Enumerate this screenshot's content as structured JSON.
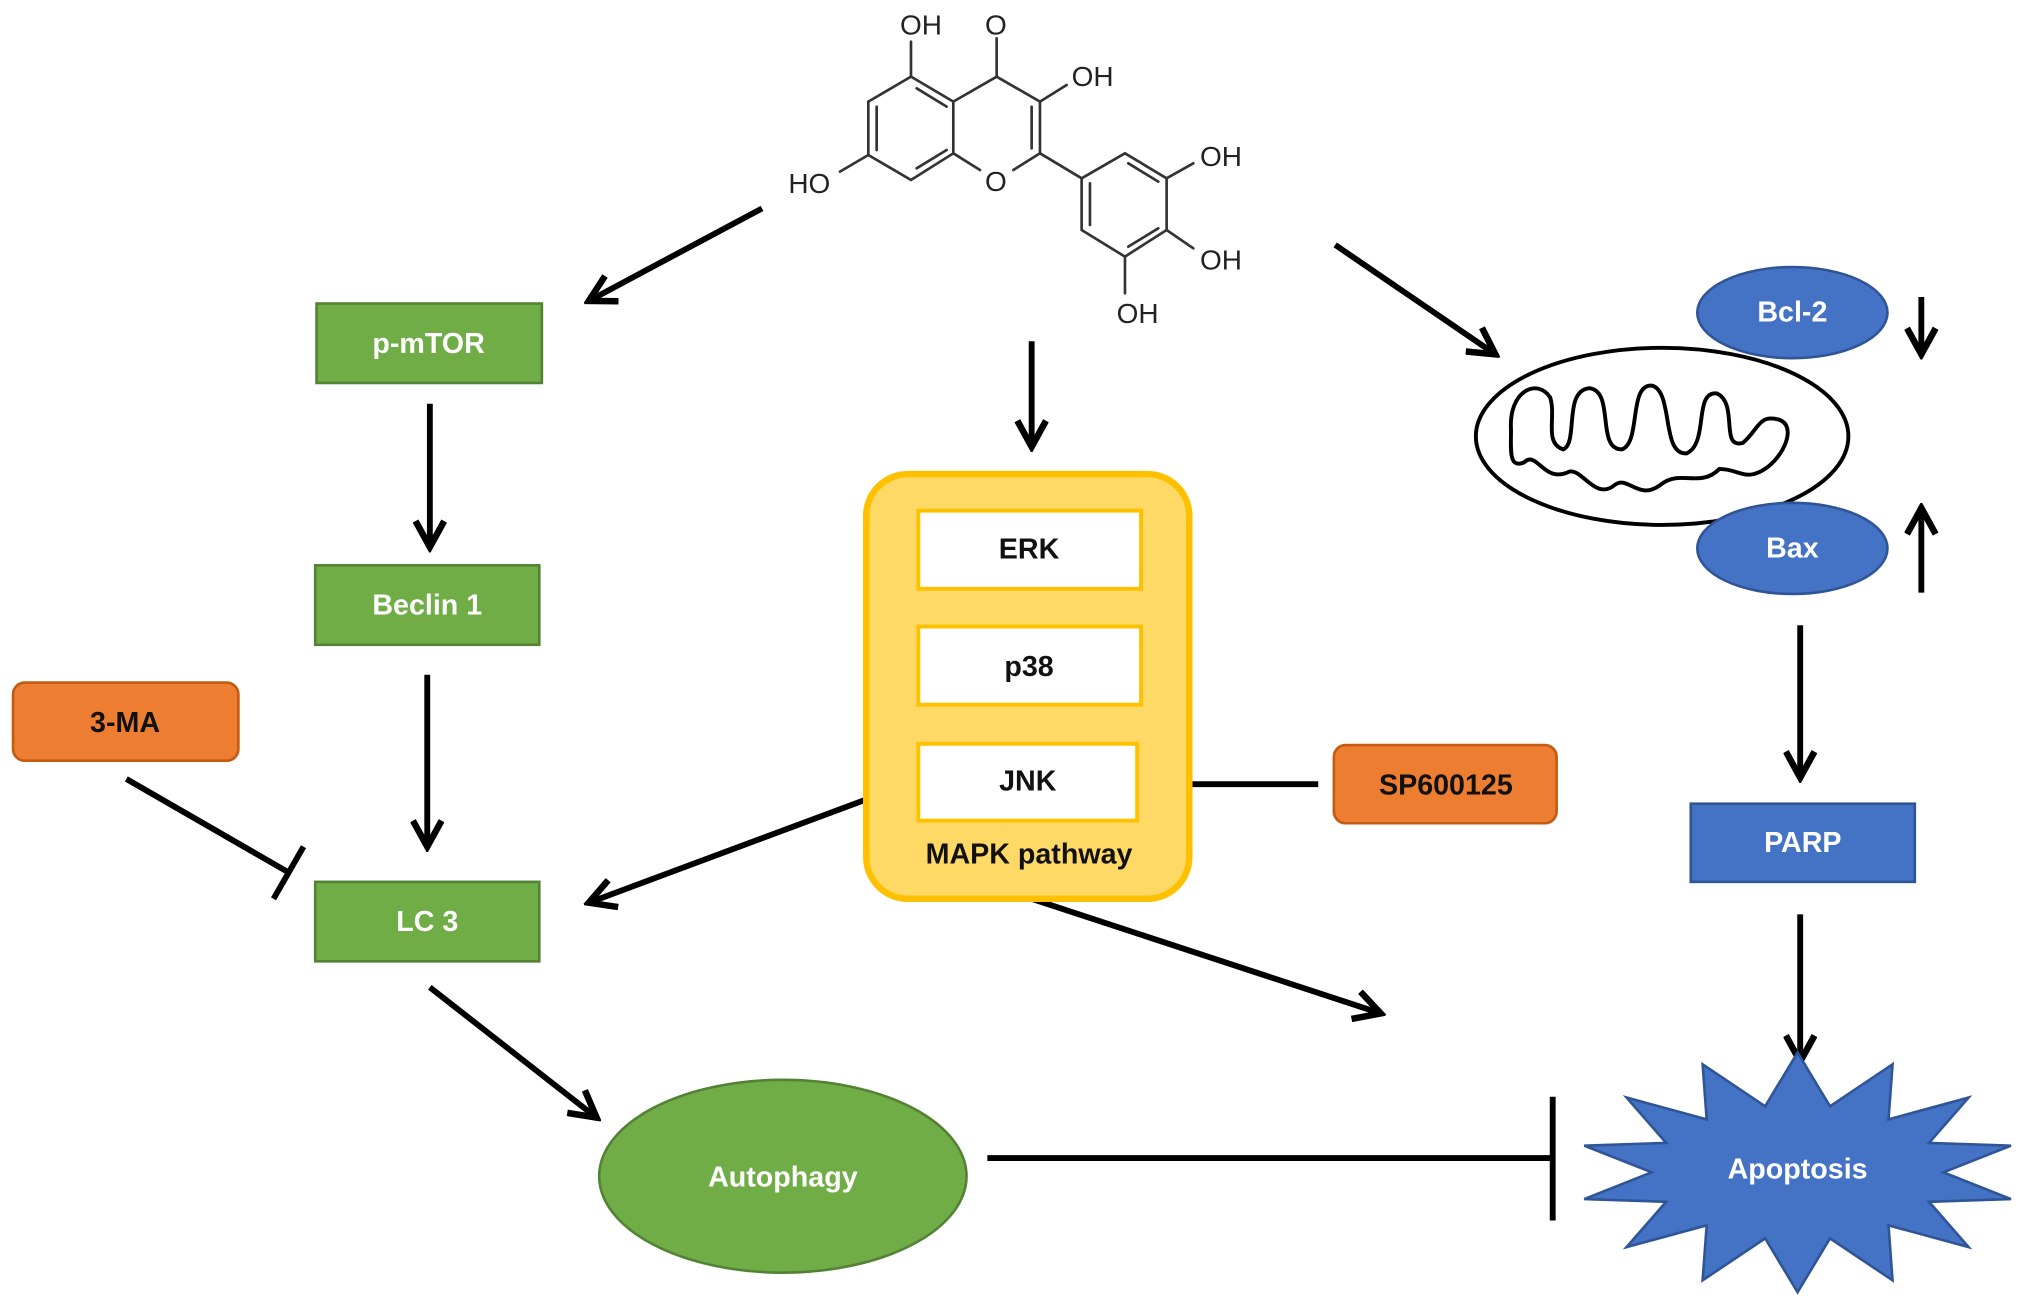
{
  "molecule": {
    "labels": {
      "oh_5": "OH",
      "o_4": "O",
      "oh_3": "OH",
      "ho_7": "HO",
      "o_ring": "O",
      "oh_3p": "OH",
      "oh_4p": "OH",
      "oh_5p": "OH"
    }
  },
  "nodes": {
    "p_mtor": "p-mTOR",
    "beclin1": "Beclin 1",
    "lc3": "LC 3",
    "three_ma": "3-MA",
    "erk": "ERK",
    "p38": "p38",
    "jnk": "JNK",
    "mapk_pathway": "MAPK pathway",
    "sp600125": "SP600125",
    "bcl2": "Bcl-2",
    "bax": "Bax",
    "parp": "PARP",
    "autophagy": "Autophagy",
    "apoptosis": "Apoptosis"
  },
  "regulation": {
    "bcl2": "down",
    "bax": "up"
  },
  "colors": {
    "green": "#70ad47",
    "green_border": "#548235",
    "orange": "#ed7d31",
    "orange_border": "#c55a11",
    "yellow": "#ffd966",
    "yellow_border": "#ffc000",
    "blue": "#4472c4",
    "blue_border": "#2f5597"
  }
}
